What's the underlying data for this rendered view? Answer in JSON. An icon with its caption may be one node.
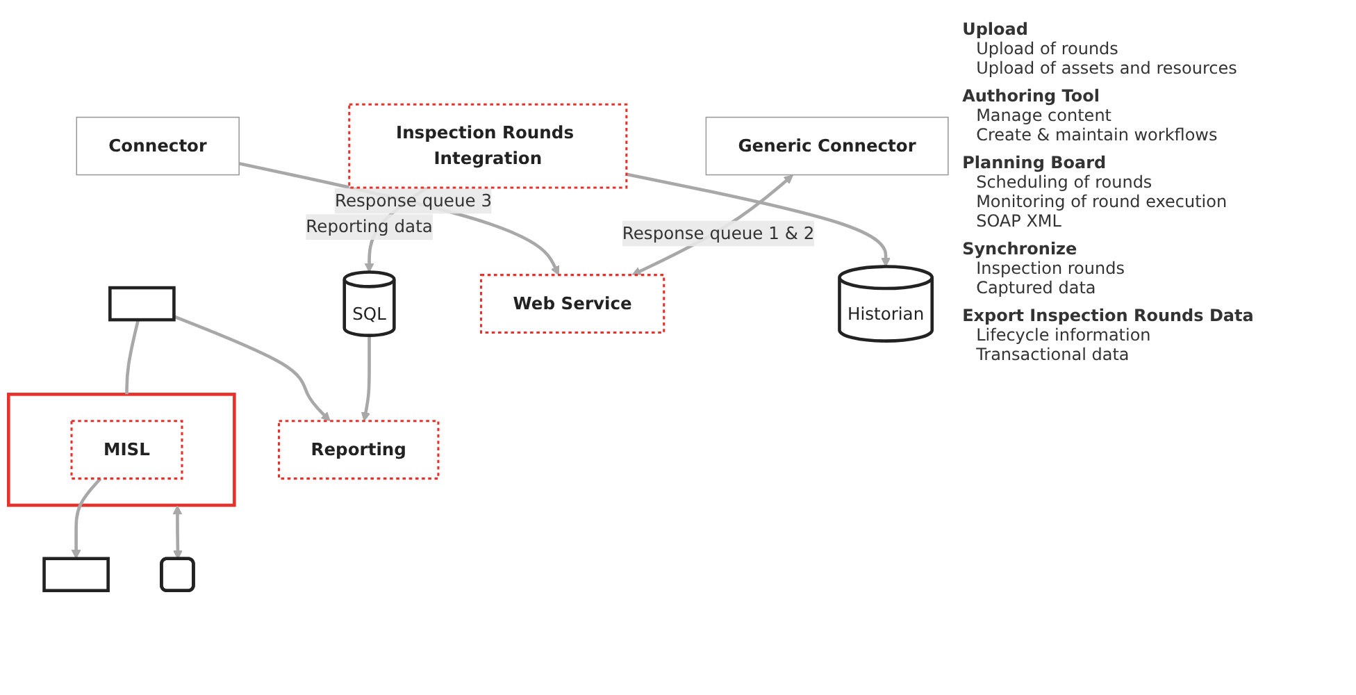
{
  "diagram": {
    "nodes": [
      {
        "text": [
          "Reporting"
        ]
      },
      {
        "text": [],
        "shape": "monitor"
      },
      {
        "text": [
          "SQL"
        ]
      },
      {
        "text": [
          "Connector"
        ]
      },
      {
        "text": [
          "Inspection Rounds Integration"
        ]
      },
      {
        "text": [
          "Generic Connector"
        ]
      },
      {
        "text": [],
        "shape": "cloud"
      },
      {
        "text": [
          "Web Service"
        ]
      },
      {
        "text": [
          "MISL"
        ],
        "in": 6
      },
      {
        "text": [],
        "shape": "phone"
      },
      {
        "text": [
          "Historian"
        ]
      },
      {
        "text": [],
        "shape": "monitor"
      }
    ],
    "edges": [
      {
        "from": 1,
        "to": 0,
        "arrow": "to"
      },
      {
        "from": 2,
        "to": 0,
        "arrow": "to"
      },
      {
        "from": 1,
        "to": 6,
        "arrow": "none"
      },
      {
        "from": 4,
        "to": 2,
        "arrow": "to",
        "label": "Reporting data"
      },
      {
        "from": 3,
        "to": 7,
        "arrow": "to",
        "label": "Response queue 3"
      },
      {
        "from": 5,
        "to": 7,
        "arrow": "both",
        "label": "Response queue 1 & 2"
      },
      {
        "from": 6,
        "to": 9,
        "arrow": "both"
      },
      {
        "from": 4,
        "to": 10,
        "arrow": "to"
      },
      {
        "from": 8,
        "to": 11,
        "arrow": "to"
      }
    ],
    "labels": [
      "Upload",
      "Upload of rounds",
      "Upload of assets and resources",
      "Authoring Tool",
      "Manage content",
      "Create & maintain workflows",
      "Planning Board",
      "Scheduling of rounds",
      "Monitoring of round execution",
      "SOAP XML",
      "Synchronize",
      "Inspection rounds",
      "Captured data",
      "Export Inspection Rounds Data",
      "Lifecycle information",
      "Transactional data"
    ]
  }
}
